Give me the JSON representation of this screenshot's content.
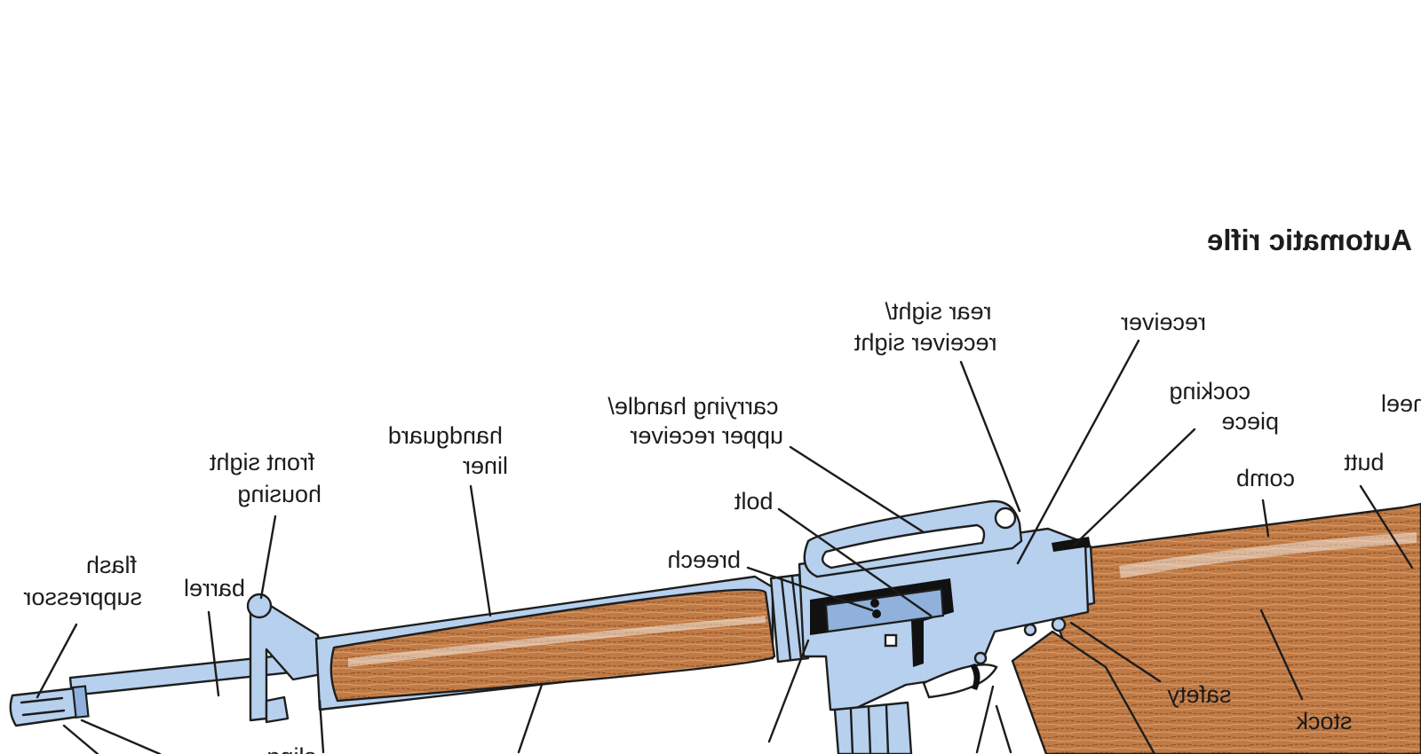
{
  "title": "Automatic rifle",
  "labels": {
    "rear_sight": [
      "rear sight/",
      "receiver sight"
    ],
    "receiver": "receiver",
    "carrying_handle": [
      "carrying handle/",
      "upper receiver"
    ],
    "cocking_piece": [
      "cocking",
      "piece"
    ],
    "heel": "heel",
    "handguard": [
      "handguard",
      "liner"
    ],
    "front_sight": [
      "front sight",
      "housing"
    ],
    "butt": "butt",
    "comb": "comb",
    "bolt": "bolt",
    "flash_suppressor": [
      "flash",
      "suppressor"
    ],
    "barrel": "barrel",
    "breech": "breech",
    "safety": "safety",
    "stock": "stock",
    "sling": "sling"
  },
  "colors": {
    "metal": "#b6d0ee",
    "metal_dark": "#8fb1dc",
    "wood": "#c07a45",
    "wood_dark": "#8a4f23",
    "ink": "#1c1c1c"
  }
}
